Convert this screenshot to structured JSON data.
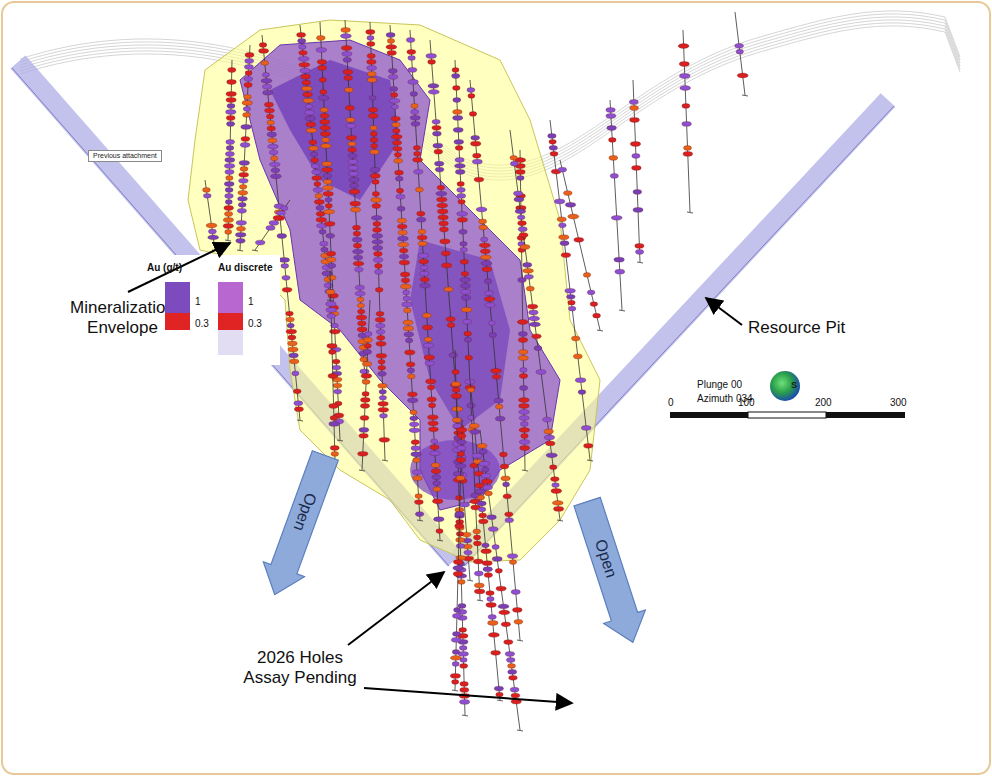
{
  "diagram": {
    "nodes": [
      {
        "text": [
          "Previous attachment"
        ]
      },
      {
        "text": [
          "Open"
        ]
      },
      {
        "text": [
          "Open"
        ]
      }
    ],
    "labels": [
      "Mineralization Envelope",
      "Resource Pit",
      "Au (g/t)",
      "Au discrete",
      "Plunge 00",
      "Azimuth 034",
      "0",
      "100",
      "200",
      "300",
      "S",
      "2026 Holes Assay Pending"
    ],
    "legend": [
      {
        "text": "1",
        "color": "#7c4bbd"
      },
      {
        "text": "0.3",
        "color": "#e02424"
      },
      {
        "text": "1",
        "color": "#b866d0"
      },
      {
        "text": "0.3",
        "color": "#e02424"
      }
    ]
  }
}
